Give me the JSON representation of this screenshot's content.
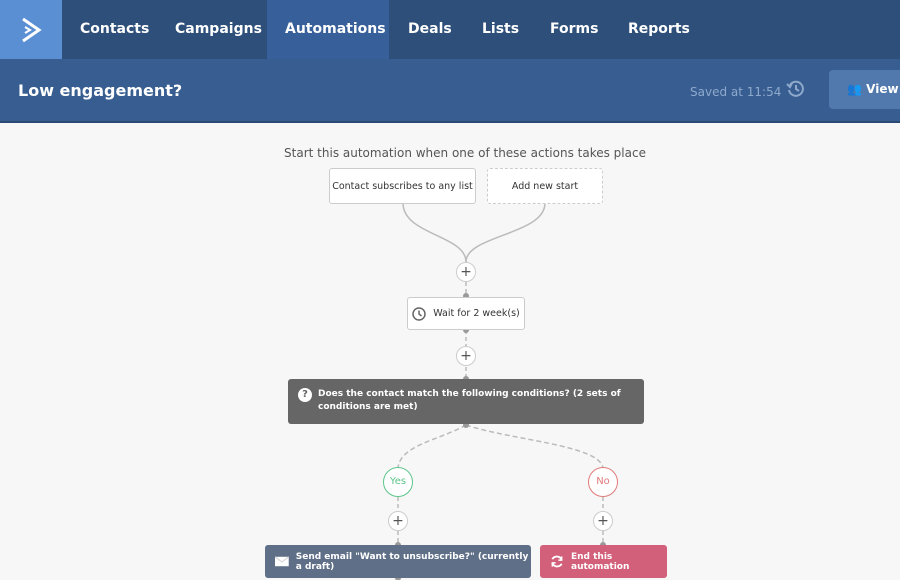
{
  "nav": {
    "tabs": [
      {
        "label": "Contacts"
      },
      {
        "label": "Campaigns"
      },
      {
        "label": "Automations",
        "active": true
      },
      {
        "label": "Deals"
      },
      {
        "label": "Lists"
      },
      {
        "label": "Forms"
      },
      {
        "label": "Reports"
      }
    ]
  },
  "header": {
    "title": "Low engagement?",
    "saved": "Saved at 11:54",
    "view_button": "View c"
  },
  "canvas": {
    "caption": "Start this automation when one of these actions takes place",
    "triggers": [
      "Contact subscribes to any list",
      "Add new start"
    ],
    "wait": "Wait for 2 week(s)",
    "condition": "Does the contact match the following conditions? (2 sets of conditions are met)",
    "yes": "Yes",
    "no": "No",
    "send_email": "Send email \"Want to unsubscribe?\" (currently a draft)",
    "end": "End this automation",
    "plus": "+"
  },
  "colors": {
    "nav": "#2d4f7a",
    "header": "#375d91",
    "logo": "#5b8fd4",
    "yes": "#5cc58a",
    "no": "#e07a7a",
    "email": "#5f6f88",
    "end": "#d2607a",
    "condition": "#666666"
  }
}
